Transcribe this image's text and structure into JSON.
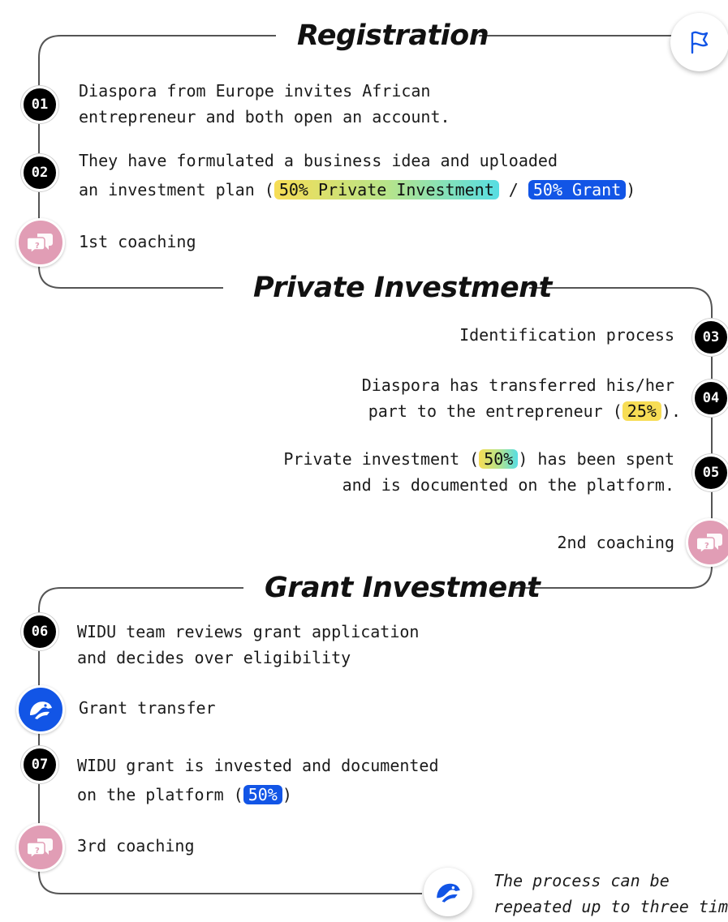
{
  "sections": {
    "registration": "Registration",
    "private": "Private Investment",
    "grant": "Grant Investment"
  },
  "steps": [
    {
      "number": "01",
      "line1": "Diaspora from Europe invites African",
      "line2": "entrepreneur and both open an account."
    },
    {
      "number": "02",
      "line1": "They have formulated a business idea and uploaded",
      "line2_pre": "an investment plan (",
      "pill1": "50% Private Investment",
      "sep": " / ",
      "pill2": "50% Grant",
      "line2_post": ")"
    },
    {
      "number": "03",
      "line1": "Identification process"
    },
    {
      "number": "04",
      "line1": "Diaspora has transferred his/her",
      "line2_pre": "part to the entrepreneur (",
      "pill": "25%",
      "line2_post": ")."
    },
    {
      "number": "05",
      "line1_pre": "Private investment (",
      "pill": "50%",
      "line1_post": ") has been spent",
      "line2": "and is documented on the platform."
    },
    {
      "number": "06",
      "line1": "WIDU team reviews grant application",
      "line2": "and decides over eligibility"
    },
    {
      "number": "07",
      "line1": "WIDU grant is invested and documented",
      "line2_pre": "on the platform (",
      "pill": "50%",
      "line2_post": ")"
    }
  ],
  "coachings": [
    "1st coaching",
    "2nd coaching",
    "3rd coaching"
  ],
  "grant_transfer": "Grant transfer",
  "footer": {
    "line1": "The process can be",
    "line2": "repeated up to three times."
  },
  "icons": {
    "start": "flag-icon",
    "coaching": "coaching-chat-icon",
    "widu": "widu-bird-icon"
  },
  "colors": {
    "yellow": "#f7dd55",
    "turquoise": "#57dde3",
    "blue": "#1255e6",
    "pink": "#e19db5"
  }
}
